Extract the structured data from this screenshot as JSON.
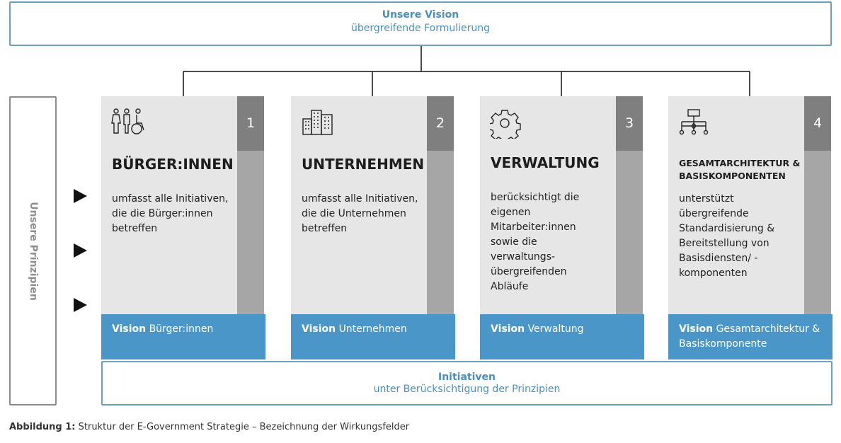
{
  "vision": {
    "title": "Unsere Vision",
    "subtitle": "übergreifende Formulierung"
  },
  "principles": {
    "label": "Unsere Prinzipien"
  },
  "cards": [
    {
      "number": "1",
      "title": "BÜRGER:INNEN",
      "description": "umfasst alle Initiativen, die die Bürger:innen betreffen",
      "vision_bold": "Vision",
      "vision_text": "Bürger:innen",
      "icon": "people-icon"
    },
    {
      "number": "2",
      "title": "UNTERNEHMEN",
      "description": "umfasst alle Initiativen, die die Unternehmen betreffen",
      "vision_bold": "Vision",
      "vision_text": "Unternehmen",
      "icon": "buildings-icon"
    },
    {
      "number": "3",
      "title": "VERWALTUNG",
      "description": "berücksichtigt die eigenen Mitarbeiter:innen sowie die verwaltungs-übergreifenden Abläufe",
      "vision_bold": "Vision",
      "vision_text": "Verwaltung",
      "icon": "gear-icon"
    },
    {
      "number": "4",
      "title": "GESAMTARCHITEKTUR & BASISKOMPONENTEN",
      "description": "unterstützt übergreifende Standardisierung & Bereitstellung von Basisdiensten/ -komponenten",
      "vision_bold": "Vision",
      "vision_text": "Gesamtarchitektur & Basiskomponente",
      "icon": "hierarchy-icon"
    }
  ],
  "initiatives": {
    "title": "Initiativen",
    "subtitle": "unter Berücksichtigung der Prinzipien"
  },
  "caption": {
    "label": "Abbildung 1:",
    "text": "Struktur der E-Government Strategie – Bezeichnung der Wirkungsfelder"
  }
}
